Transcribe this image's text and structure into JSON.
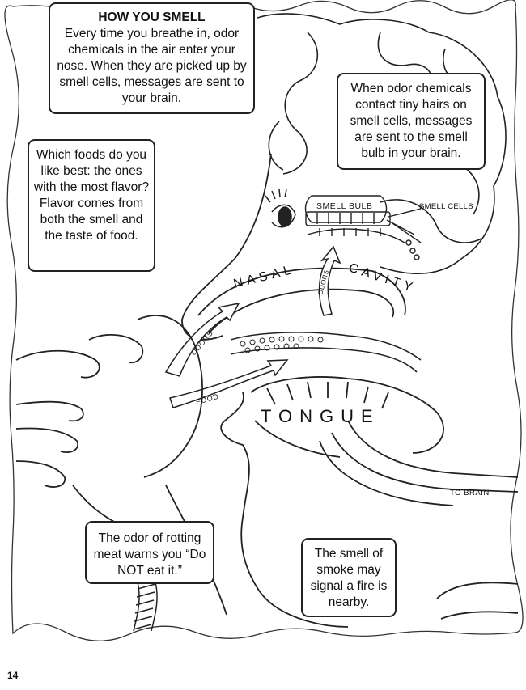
{
  "boxes": {
    "how_you_smell": {
      "title": "HOW YOU SMELL",
      "text": "Every time you breathe in, odor chemicals in the air enter your nose. When they are picked up by smell cells, messages are sent to your brain."
    },
    "odor_chemicals": {
      "text": "When odor chemicals contact tiny hairs on smell cells, messages are sent to the smell bulb in your brain."
    },
    "foods": {
      "text": "Which foods do you like best: the ones with the most flavor? Flavor comes from both the smell and the taste of food."
    },
    "rotting_meat": {
      "text": "The odor of rotting meat warns you “Do NOT eat it.”"
    },
    "smoke": {
      "text": "The smell of smoke may signal a fire is nearby."
    }
  },
  "labels": {
    "smell_bulb": "SMELL BULB",
    "smell_cells": "SMELL CELLS",
    "nasal": "NASAL",
    "cavity": "CAVITY",
    "odors_left": "ODORS",
    "odors_right": "ODORS",
    "food": "FOOD",
    "tongue": "TONGUE",
    "to_brain": "TO BRAIN"
  },
  "page_number": "14"
}
